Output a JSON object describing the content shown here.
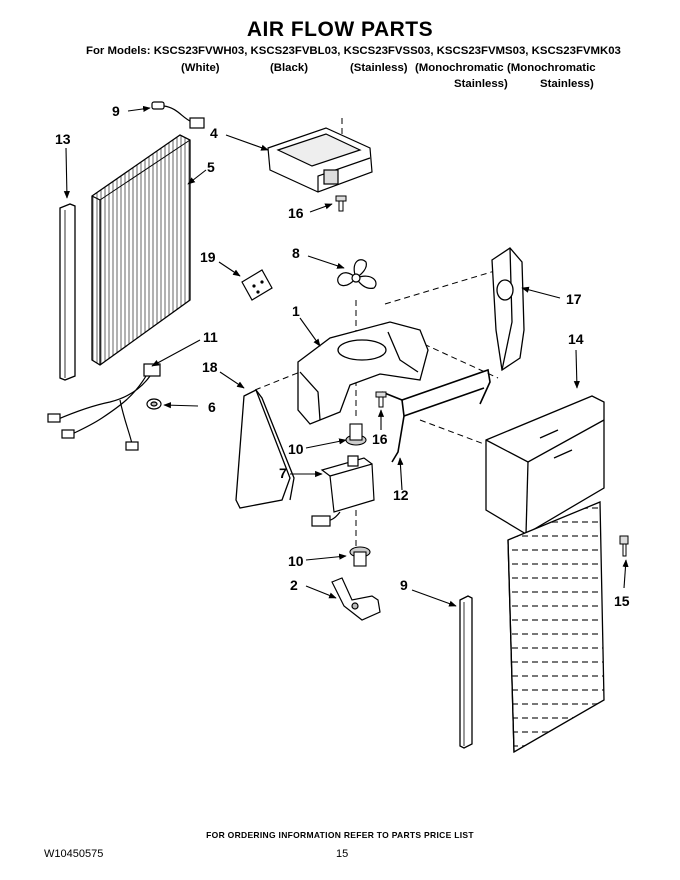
{
  "header": {
    "title": "AIR FLOW PARTS",
    "models_line": "For Models: KSCS23FVWH03, KSCS23FVBL03, KSCS23FVSS03, KSCS23FVMS03, KSCS23FVMK03",
    "variants": [
      "(White)",
      "(Black)",
      "(Stainless)",
      "(Monochromatic",
      "(Monochromatic",
      "Stainless)",
      "Stainless)"
    ]
  },
  "callouts": [
    "9",
    "4",
    "13",
    "5",
    "16",
    "8",
    "19",
    "17",
    "1",
    "14",
    "11",
    "18",
    "6",
    "16",
    "10",
    "12",
    "7",
    "10",
    "2",
    "9",
    "15"
  ],
  "footer": {
    "ordering_note": "FOR ORDERING INFORMATION REFER TO PARTS PRICE LIST",
    "doc_number": "W10450575",
    "page_number": "15"
  }
}
